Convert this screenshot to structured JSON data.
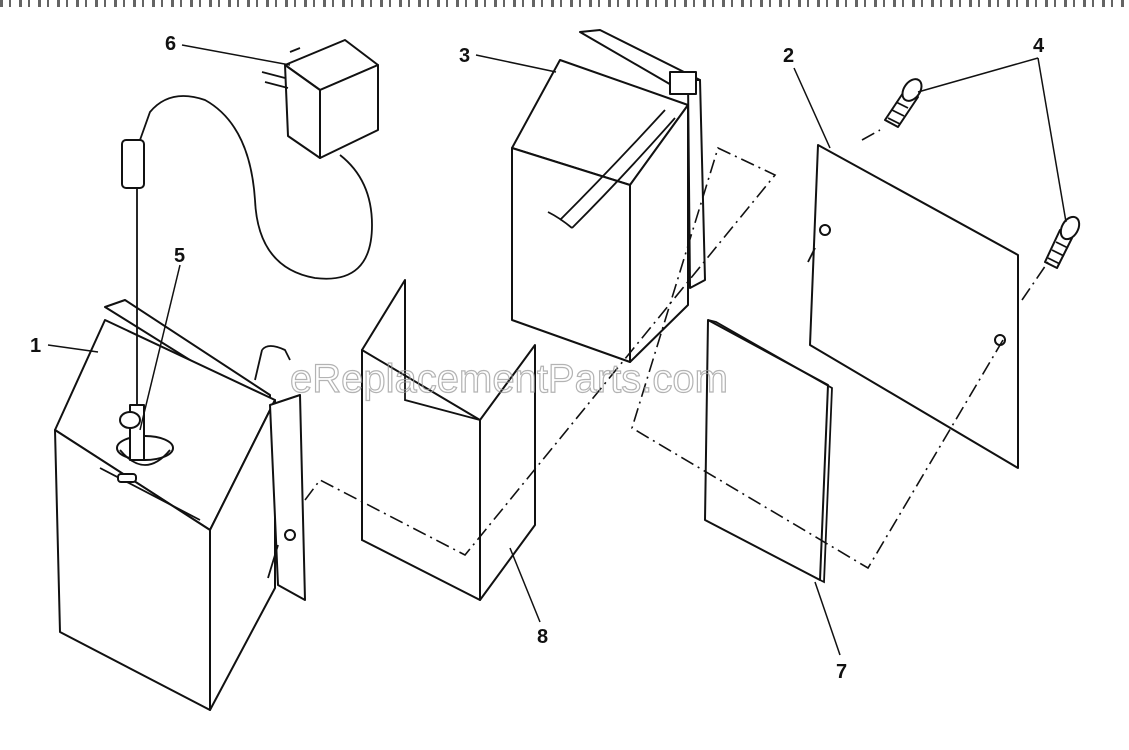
{
  "diagram": {
    "callouts": [
      {
        "id": "1",
        "label": "1"
      },
      {
        "id": "2",
        "label": "2"
      },
      {
        "id": "3",
        "label": "3"
      },
      {
        "id": "4",
        "label": "4"
      },
      {
        "id": "5",
        "label": "5"
      },
      {
        "id": "6",
        "label": "6"
      },
      {
        "id": "7",
        "label": "7"
      },
      {
        "id": "8",
        "label": "8"
      }
    ],
    "watermark": "eReplacementParts.com",
    "colors": {
      "ink": "#111111",
      "watermark": "#9a9a9a",
      "background": "#ffffff"
    }
  }
}
